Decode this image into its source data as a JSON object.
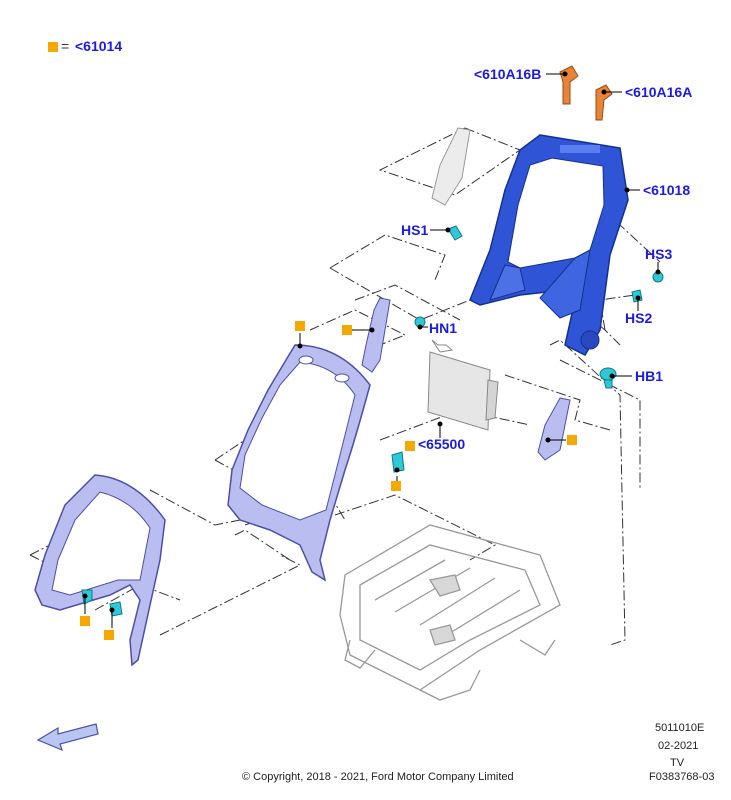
{
  "legend": {
    "marker": "■",
    "equals": "=",
    "ref": "<61014"
  },
  "callouts": {
    "c610A16B": "<610A16B",
    "c610A16A": "<610A16A",
    "c61018": "<61018",
    "HS1": "HS1",
    "HS3": "HS3",
    "HS2": "HS2",
    "HN1": "HN1",
    "HB1": "HB1",
    "c65500": "<65500"
  },
  "footer": {
    "code": "5011010E",
    "date": "02-2021",
    "tv": "TV",
    "figure": "F0383768-03",
    "copyright": "© Copyright, 2018 - 2021, Ford Motor Company Limited"
  },
  "colors": {
    "label_blue": "#1a1ae6",
    "frame_blue": "#2f55d6",
    "trim_lavender": "#b9bdf0",
    "fastener_cyan": "#30c8d8",
    "rod_orange": "#e8833a",
    "legend_orange": "#f5a800",
    "leader_black": "#000000"
  },
  "icons": [
    "front-direction-arrow-icon",
    "legend-square-icon"
  ]
}
